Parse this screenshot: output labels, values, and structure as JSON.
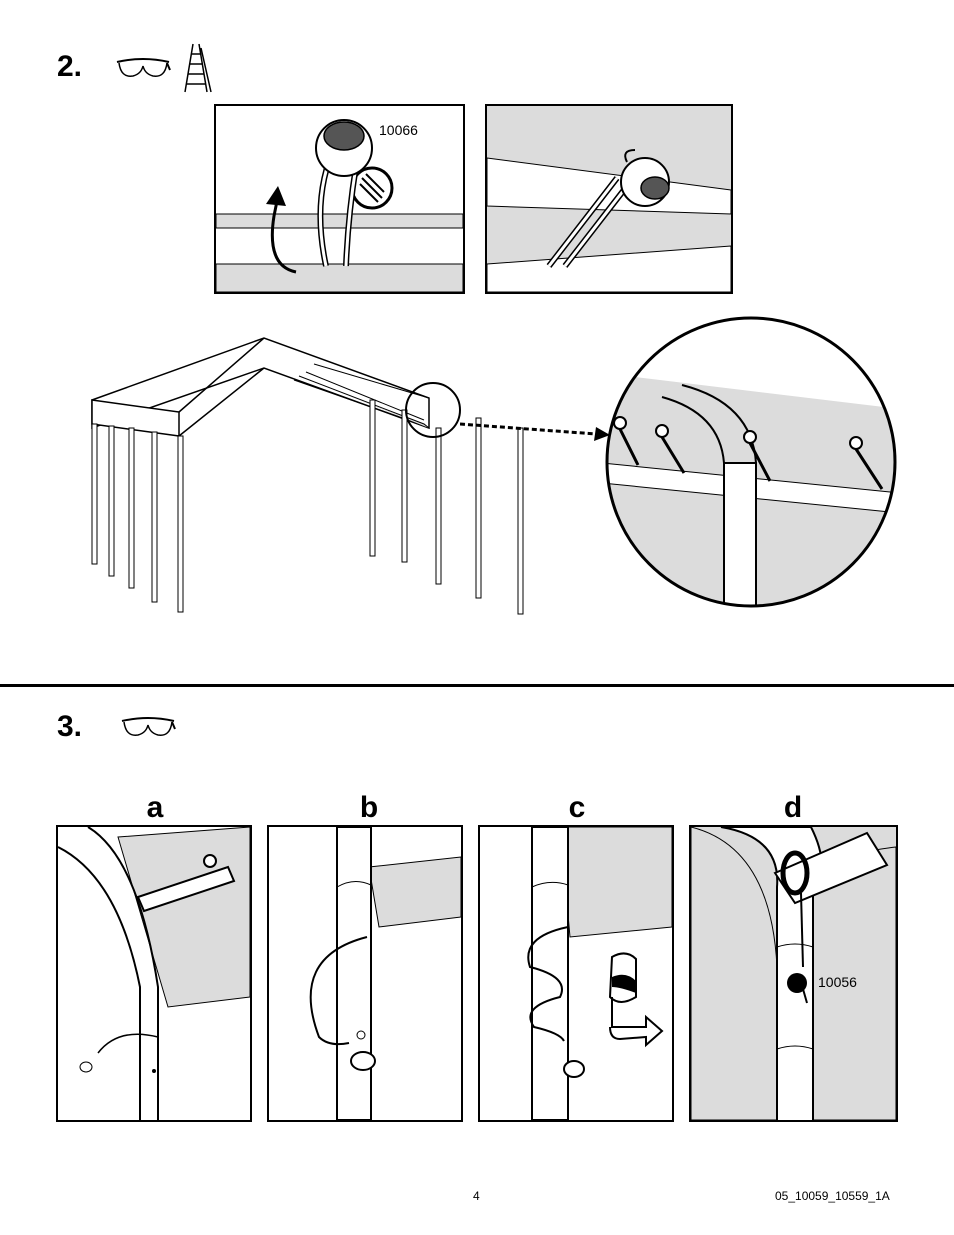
{
  "steps": [
    {
      "number": "2.",
      "tools": [
        "safety-glasses-icon",
        "ladder-icon"
      ]
    },
    {
      "number": "3.",
      "tools": [
        "safety-glasses-icon"
      ]
    }
  ],
  "step2": {
    "detail_left_part": "10066"
  },
  "step3": {
    "panels": [
      {
        "letter": "a"
      },
      {
        "letter": "b"
      },
      {
        "letter": "c"
      },
      {
        "letter": "d",
        "part": "10056"
      }
    ]
  },
  "footer": {
    "page_number": "4",
    "doc_code": "05_10059_10559_1A"
  },
  "colors": {
    "ink": "#000000",
    "shade": "#dcdcdc",
    "dark_shade": "#555555"
  }
}
